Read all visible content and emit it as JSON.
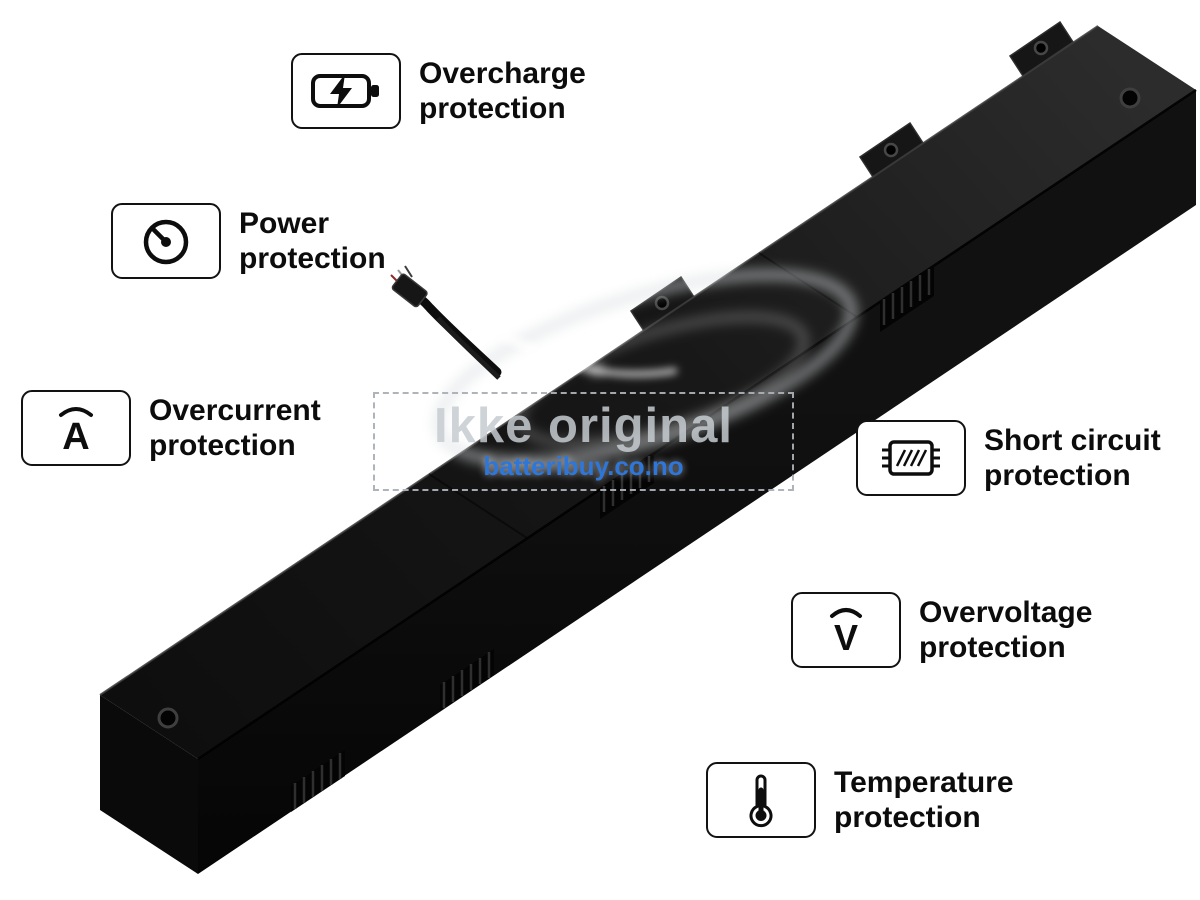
{
  "page": {
    "background": "#ffffff"
  },
  "watermark": {
    "title": "Ikke original",
    "site": "batteribuy.co.no",
    "site_color": "#2f76d9"
  },
  "features": [
    {
      "name": "overcharge",
      "icon": "battery-charging-icon",
      "line1": "Overcharge",
      "line2": "protection"
    },
    {
      "name": "power",
      "icon": "power-gauge-icon",
      "line1": "Power",
      "line2": "protection"
    },
    {
      "name": "overcurrent",
      "icon": "ampere-arc-icon",
      "symbol": "A",
      "line1": "Overcurrent",
      "line2": "protection"
    },
    {
      "name": "short-circuit",
      "icon": "ic-chip-icon",
      "line1": "Short circuit",
      "line2": "protection"
    },
    {
      "name": "overvoltage",
      "icon": "volt-arc-icon",
      "symbol": "V",
      "line1": "Overvoltage",
      "line2": "protection"
    },
    {
      "name": "temperature",
      "icon": "thermometer-icon",
      "line1": "Temperature",
      "line2": "protection"
    }
  ],
  "battery": {
    "body_color": "#141414"
  }
}
